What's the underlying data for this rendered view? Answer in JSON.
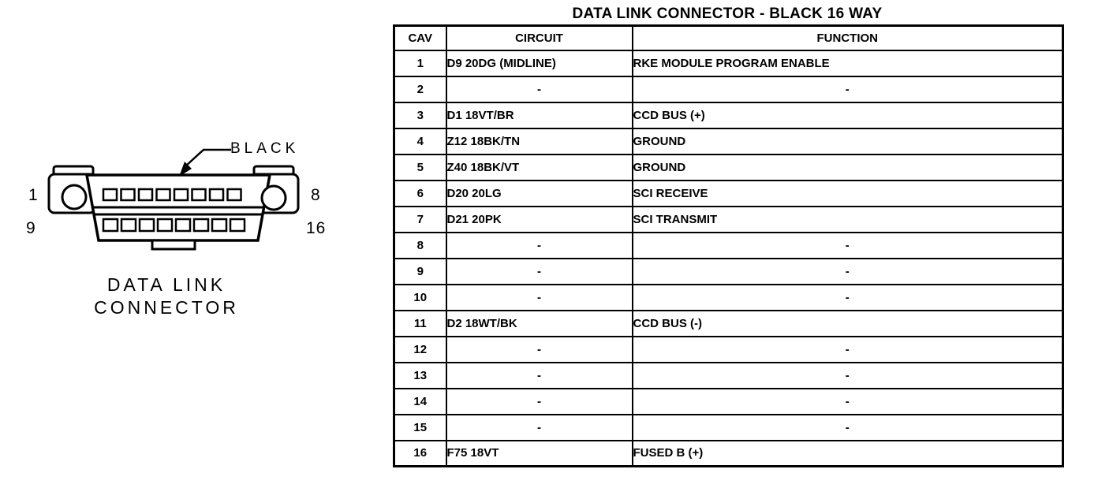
{
  "title": "DATA LINK CONNECTOR - BLACK 16 WAY",
  "diagram": {
    "color_label": "BLACK",
    "caption_line1": "DATA LINK",
    "caption_line2": "CONNECTOR",
    "pins": {
      "top_left": "1",
      "top_right": "8",
      "bottom_left": "9",
      "bottom_right": "16"
    }
  },
  "table": {
    "columns": [
      "CAV",
      "CIRCUIT",
      "FUNCTION"
    ],
    "rows": [
      {
        "cav": "1",
        "circuit": "D9 20DG (MIDLINE)",
        "function": "RKE MODULE PROGRAM ENABLE"
      },
      {
        "cav": "2",
        "circuit": "-",
        "function": "-"
      },
      {
        "cav": "3",
        "circuit": "D1 18VT/BR",
        "function": "CCD BUS (+)"
      },
      {
        "cav": "4",
        "circuit": "Z12 18BK/TN",
        "function": "GROUND"
      },
      {
        "cav": "5",
        "circuit": "Z40 18BK/VT",
        "function": "GROUND"
      },
      {
        "cav": "6",
        "circuit": "D20 20LG",
        "function": "SCI RECEIVE"
      },
      {
        "cav": "7",
        "circuit": "D21 20PK",
        "function": "SCI TRANSMIT"
      },
      {
        "cav": "8",
        "circuit": "-",
        "function": "-"
      },
      {
        "cav": "9",
        "circuit": "-",
        "function": "-"
      },
      {
        "cav": "10",
        "circuit": "-",
        "function": "-"
      },
      {
        "cav": "11",
        "circuit": "D2 18WT/BK",
        "function": "CCD BUS (-)"
      },
      {
        "cav": "12",
        "circuit": "-",
        "function": "-"
      },
      {
        "cav": "13",
        "circuit": "-",
        "function": "-"
      },
      {
        "cav": "14",
        "circuit": "-",
        "function": "-"
      },
      {
        "cav": "15",
        "circuit": "-",
        "function": "-"
      },
      {
        "cav": "16",
        "circuit": "F75 18VT",
        "function": "FUSED B (+)"
      }
    ]
  },
  "colors": {
    "ink": "#000000",
    "paper": "#ffffff"
  }
}
